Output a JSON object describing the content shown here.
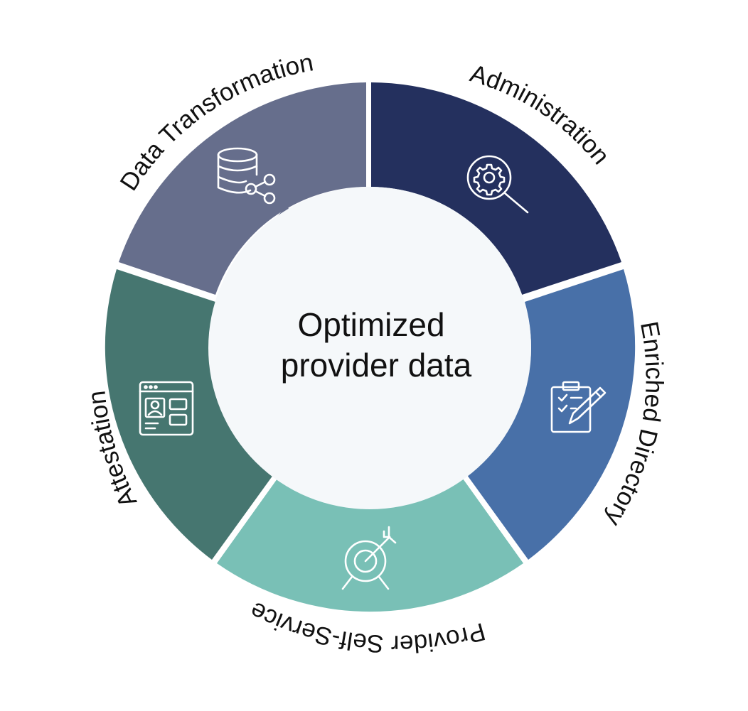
{
  "center": {
    "line1": "Optimized",
    "line2": "provider data",
    "color": "#f5f8fa"
  },
  "segments": [
    {
      "label": "Administration",
      "color": "#24305e",
      "icon": "gear-magnifier-icon"
    },
    {
      "label": "Enriched Directory",
      "color": "#4870a8",
      "icon": "clipboard-pencil-icon"
    },
    {
      "label": "Provider Self-Service",
      "color": "#79c0b6",
      "icon": "target-arrow-icon"
    },
    {
      "label": "Attestation",
      "color": "#467670",
      "icon": "profile-window-icon"
    },
    {
      "label": "Data Transformation",
      "color": "#666e8c",
      "icon": "database-share-icon"
    }
  ]
}
